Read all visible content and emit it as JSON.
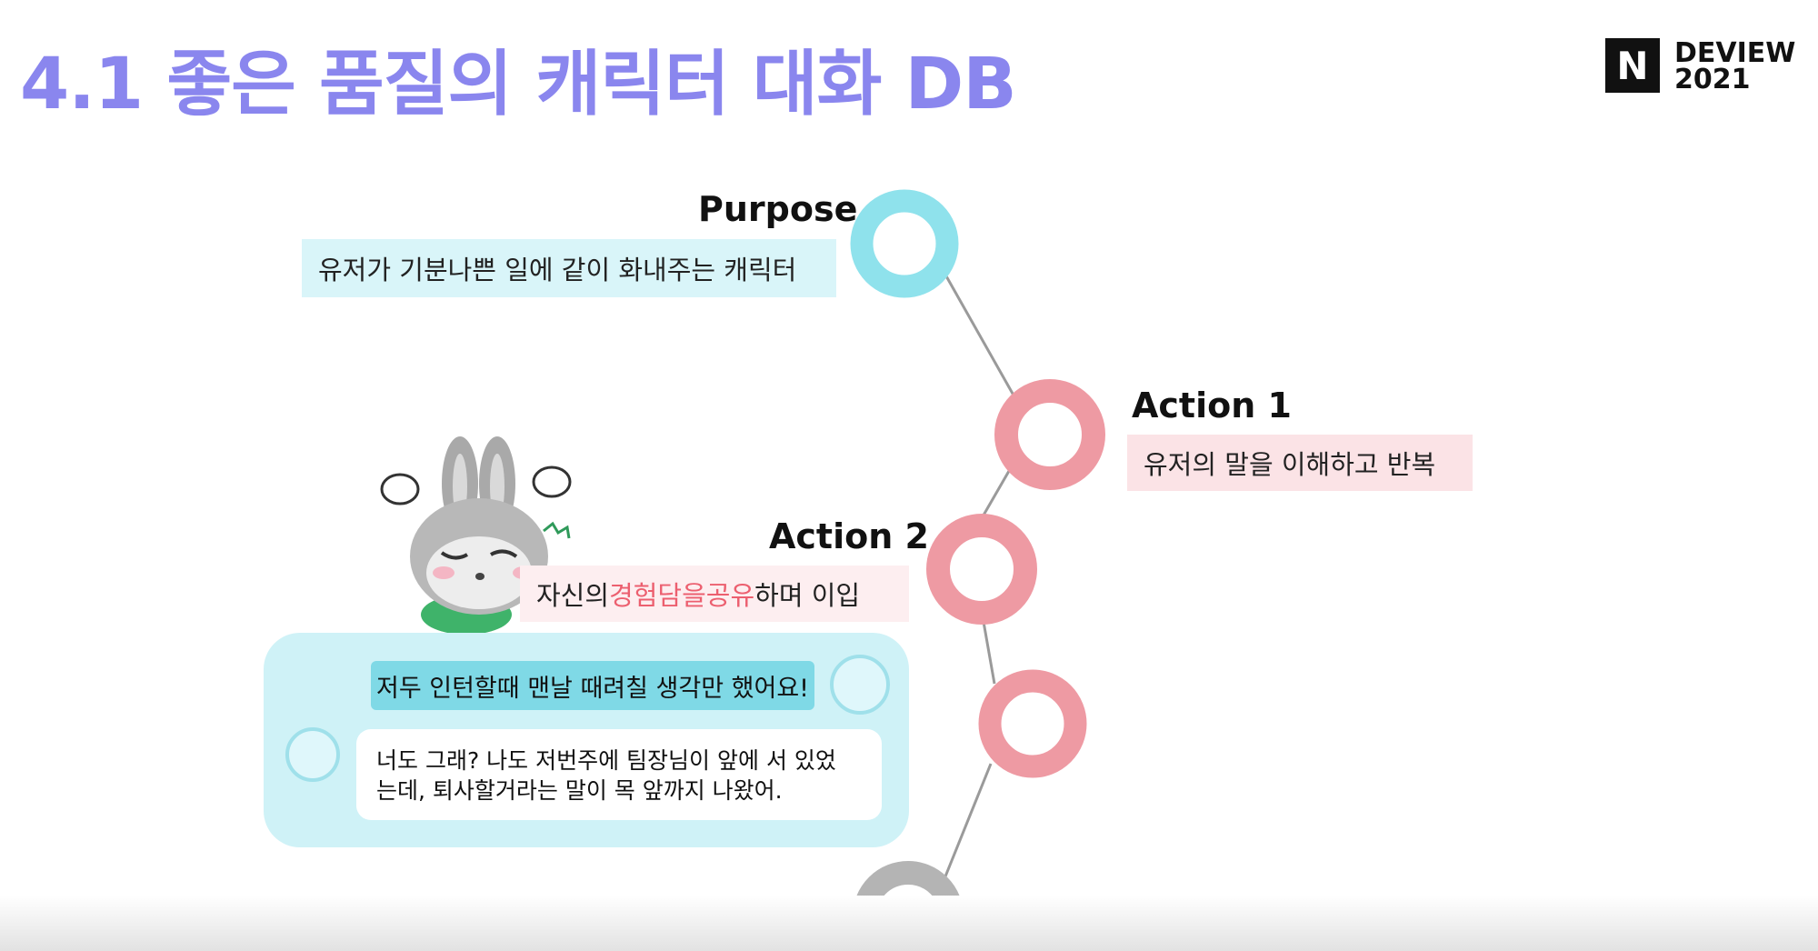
{
  "title": "4.1 좋은 품질의 캐릭터 대화 DB",
  "logo": {
    "mark": "N",
    "line1": "DEVIEW",
    "line2": "2021"
  },
  "steps": {
    "purpose": {
      "heading": "Purpose",
      "desc": "유저가 기분나쁜 일에 같이 화내주는 캐릭터"
    },
    "action1": {
      "heading": "Action 1",
      "desc": "유저의 말을 이해하고 반복"
    },
    "action2": {
      "heading": "Action 2",
      "desc_pre": "자신의 ",
      "desc_hl1": "경험담",
      "desc_mid1": "을 ",
      "desc_hl2": "공유",
      "desc_post": "하며 이입"
    }
  },
  "chat": {
    "user_message": "저두 인턴할때 맨날 때려칠 생각만 했어요!",
    "bot_message_line1": "너도 그래? 나도 저번주에 팀장님이 앞에 서 있었",
    "bot_message_line2": "는데, 퇴사할거라는 말이 목 앞까지 나왔어."
  },
  "colors": {
    "title": "#8a86ee",
    "accent_blue": "#7fd9e6",
    "accent_pink": "#ec8d98",
    "highlight": "#ec5f6f"
  },
  "icons": [
    "rabbit-character",
    "thought-bubble-icon",
    "user-avatar-icon",
    "bot-avatar-icon"
  ]
}
